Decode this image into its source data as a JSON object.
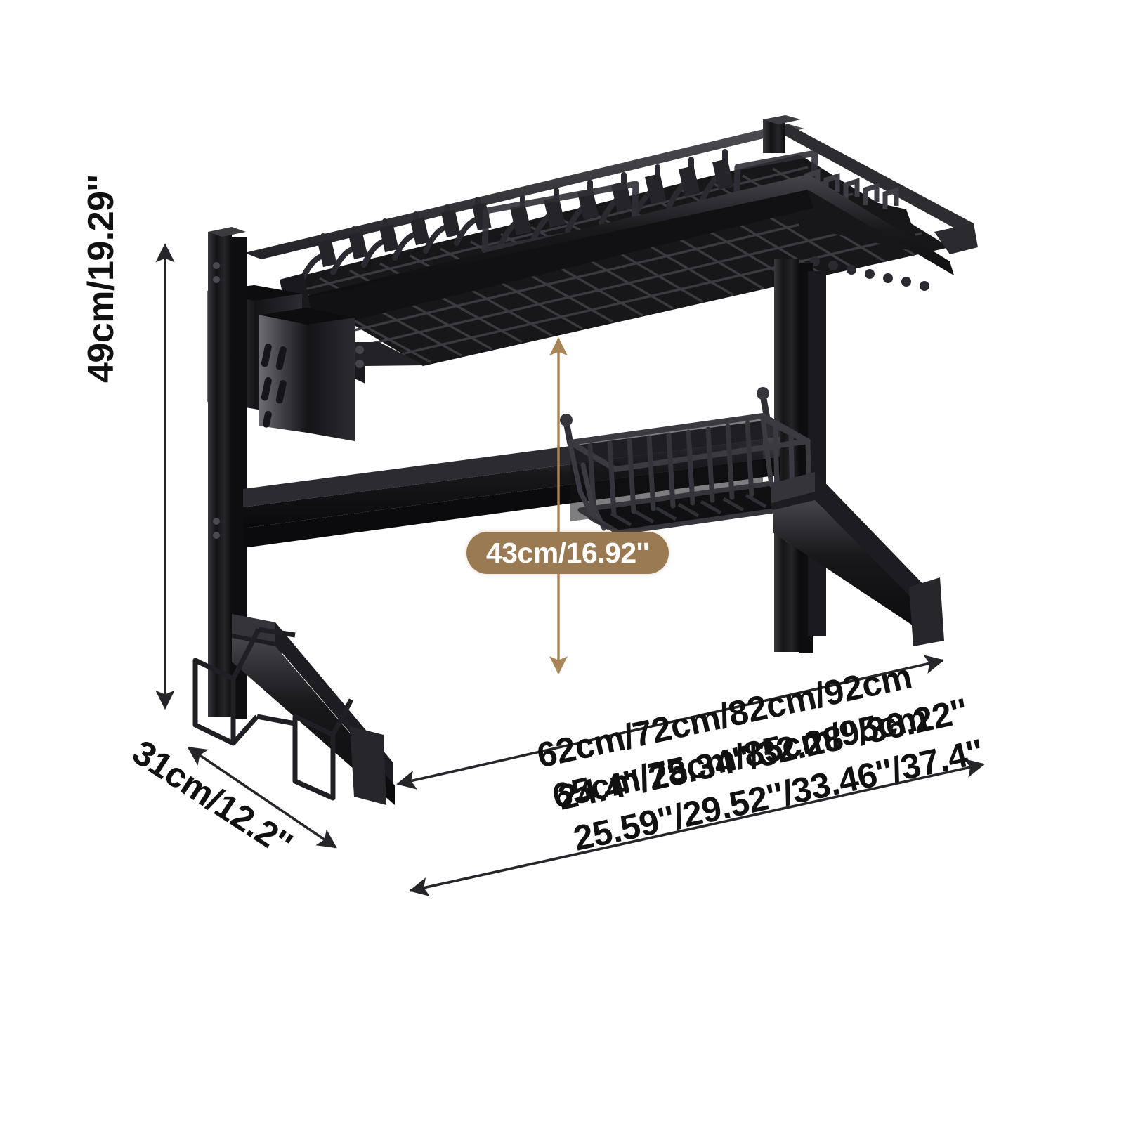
{
  "product": {
    "name": "over-sink dish drying rack",
    "finish_color": "#1b1b1d",
    "background_color": "#ffffff"
  },
  "dimensions": {
    "height": {
      "label": "49cm/19.29''",
      "axis": "vertical-left",
      "arrow_color": "#26262a"
    },
    "depth": {
      "label": "31cm/12.2''",
      "axis": "diagonal-front-left",
      "arrow_color": "#26262a"
    },
    "clearance": {
      "label": "43cm/16.92''",
      "axis": "vertical-center",
      "badge_color": "#9a7a52",
      "badge_text_color": "#ffffff",
      "arrow_color": "#a98457"
    },
    "width_options": [
      {
        "cm": "62cm/72cm/82cm/92cm",
        "inch": "24.4''/28.34''/32.28''/36.22''"
      },
      {
        "cm": "65cm/75cm/85cm/95cm",
        "inch": "25.59''/29.52''/33.46''/37.4''"
      }
    ]
  },
  "parts": {
    "top_shelf": "wire-dish-rack-shelf",
    "utensil_cups": "slotted-utensil-holder-cups",
    "hanging_basket": "wire-hanging-basket",
    "crossbar": "lower-crossbar",
    "left_post": "left-vertical-post",
    "right_post": "right-vertical-post",
    "base_feet": "base-foot-rails",
    "knife_slot": "knife-slot-section"
  }
}
